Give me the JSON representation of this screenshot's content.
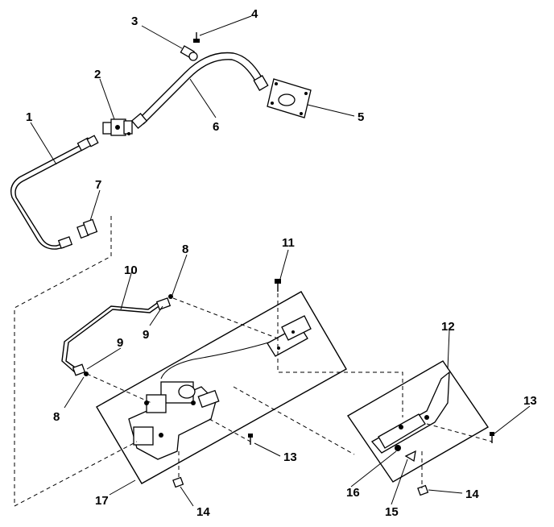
{
  "diagram": {
    "callouts": {
      "c1": "1",
      "c2": "2",
      "c3": "3",
      "c4": "4",
      "c5": "5",
      "c6": "6",
      "c7": "7",
      "c8a": "8",
      "c8b": "8",
      "c9a": "9",
      "c9b": "9",
      "c10": "10",
      "c11": "11",
      "c12": "12",
      "c13a": "13",
      "c13b": "13",
      "c14a": "14",
      "c14b": "14",
      "c15": "15",
      "c16": "16",
      "c17": "17"
    }
  }
}
